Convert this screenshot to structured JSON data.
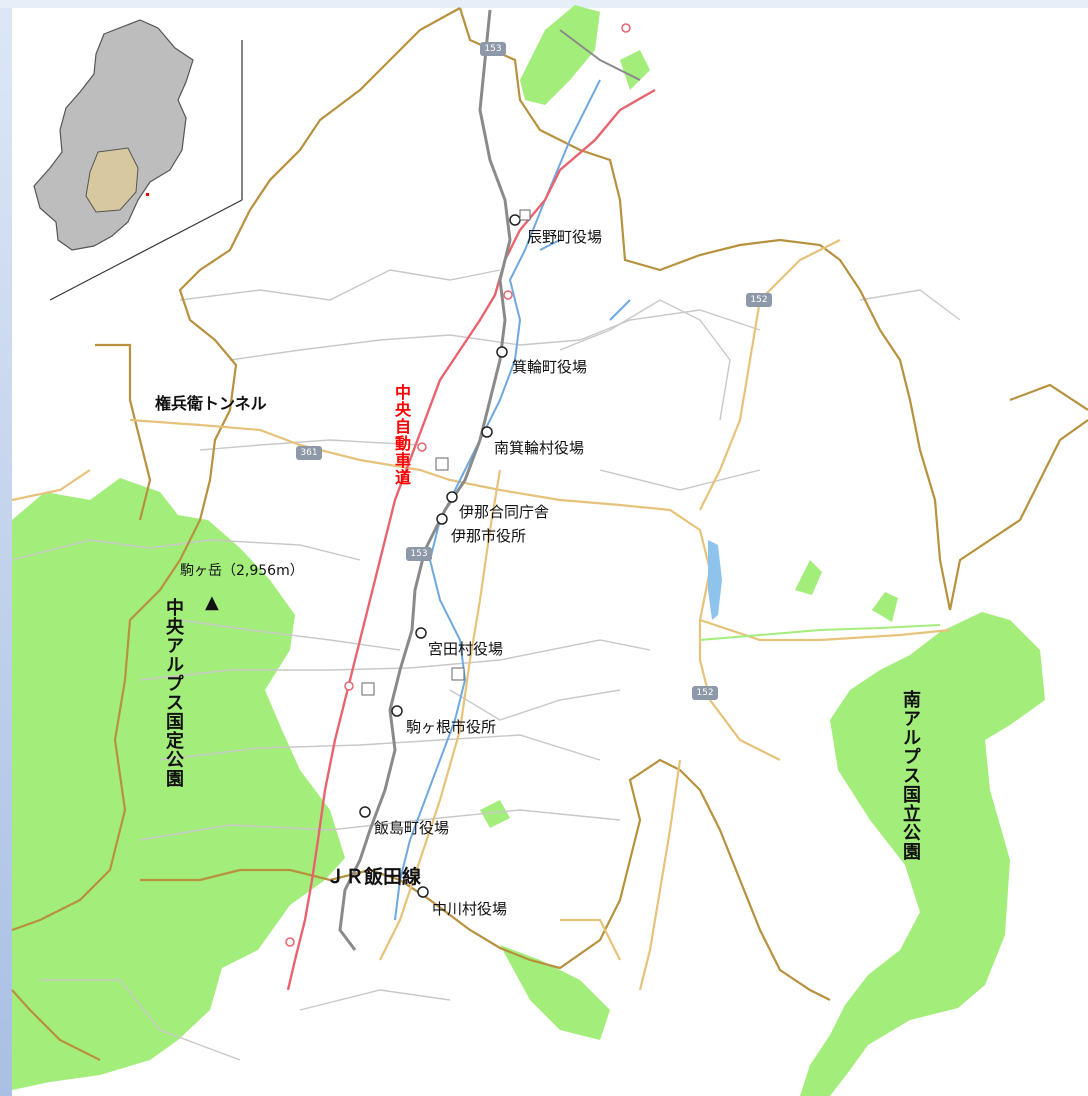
{
  "labels": {
    "tatsuno": "辰野町役場",
    "minowa": "箕輪町役場",
    "minamiminowa": "南箕輪村役場",
    "ina_godo": "伊那合同庁舎",
    "ina_city": "伊那市役所",
    "miyada": "宮田村役場",
    "komagane": "駒ヶ根市役所",
    "iijima": "飯島町役場",
    "nakagawa": "中川村役場",
    "gonbee_tunnel": "権兵衛トンネル",
    "chuo_expressway": "中央自動車道",
    "jr_iida_line": "ＪＲ飯田線",
    "komagatake": "駒ヶ岳（2,956m）",
    "central_alps": "中央アルプス国定公園",
    "southern_alps": "南アルプス国立公園"
  },
  "routes": {
    "r153_top": "153",
    "r153_mid": "153",
    "r152_top": "152",
    "r152_bottom": "152",
    "r361": "361"
  },
  "peak_symbol": "▲",
  "colors": {
    "park": "#a3ed7a",
    "border": "#b7913e",
    "expressway": "#e8636e",
    "road": "#e6c27a",
    "river": "#6fa8e0",
    "railway": "#8a8a8a",
    "expressway_label": "#ff0000",
    "region_fill": "#d8c8a0",
    "prefecture_fill": "#bdbdbd",
    "left_bar": "#b9c9e6"
  },
  "icons": [
    "office-circle-icon",
    "peak-triangle-icon",
    "route-shield-icon"
  ]
}
